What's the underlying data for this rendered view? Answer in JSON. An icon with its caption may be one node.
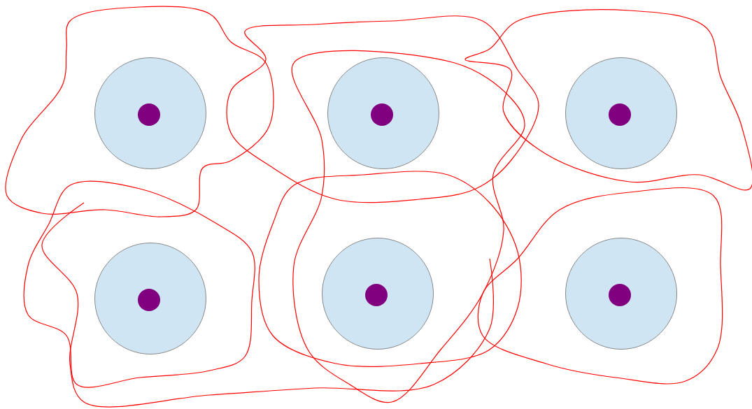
{
  "diagram": {
    "nodes": [
      {
        "text": [],
        "shape": "circle"
      },
      {
        "text": [],
        "shape": "circle",
        "in": 0
      },
      {
        "text": [],
        "shape": "circle"
      },
      {
        "text": [],
        "shape": "circle",
        "in": 2
      },
      {
        "text": [],
        "shape": "circle"
      },
      {
        "text": [],
        "shape": "circle",
        "in": 4
      },
      {
        "text": [],
        "shape": "circle"
      },
      {
        "text": [],
        "shape": "circle",
        "in": 6
      },
      {
        "text": [],
        "shape": "circle"
      },
      {
        "text": [],
        "shape": "circle",
        "in": 8
      },
      {
        "text": [],
        "shape": "circle"
      },
      {
        "text": [],
        "shape": "circle",
        "in": 10
      }
    ]
  }
}
